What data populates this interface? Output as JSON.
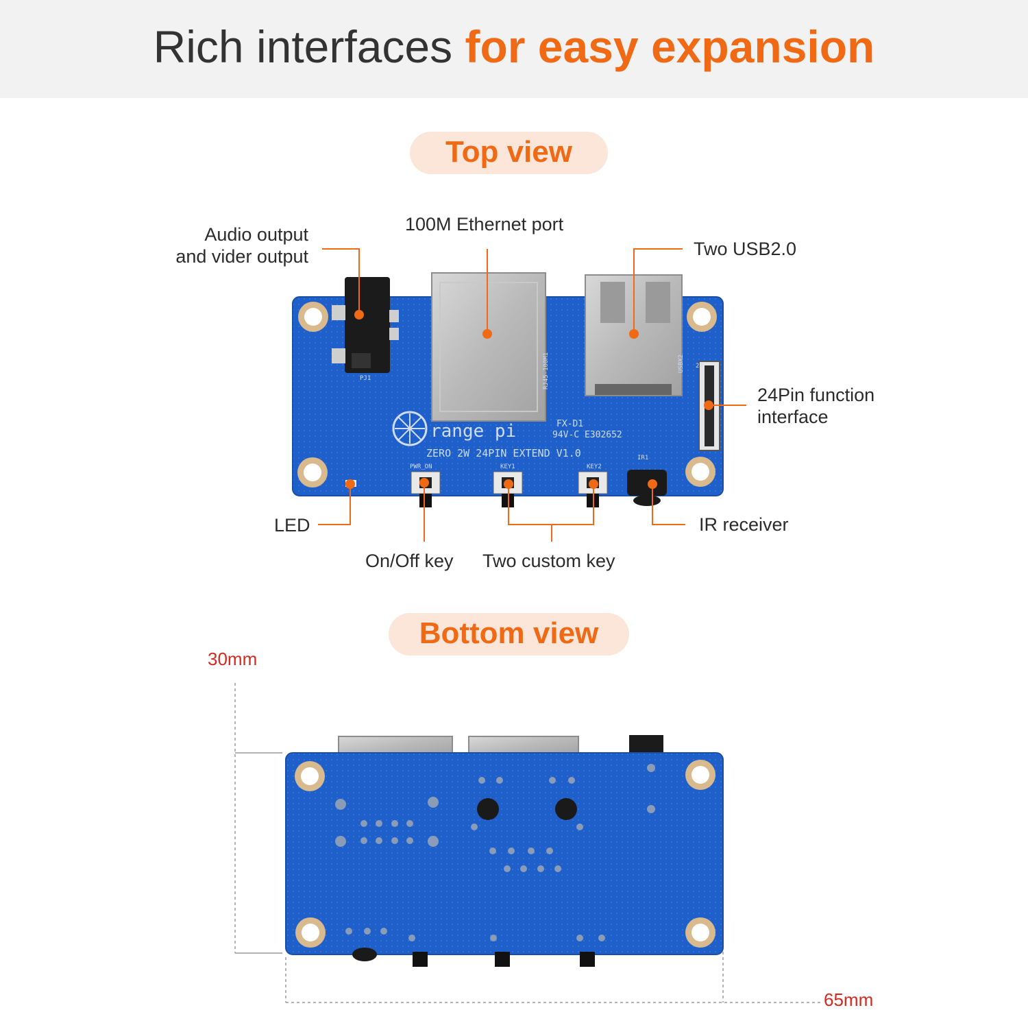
{
  "header": {
    "title_plain": "Rich interfaces",
    "title_accent": "for easy expansion"
  },
  "top_view": {
    "heading": "Top view",
    "callouts": {
      "audio_line1": "Audio output",
      "audio_line2": "and vider output",
      "ethernet": "100M Ethernet port",
      "usb": "Two USB2.0",
      "function_line1": "24Pin function",
      "function_line2": "interface",
      "led": "LED",
      "ir": "IR receiver",
      "onoff": "On/Off key",
      "custom": "Two custom key"
    },
    "board_silkscreen": {
      "brand": "range pi",
      "model": "ZERO 2W 24PIN EXTEND V1.0",
      "fx": "FX-D1",
      "cert": "94V-C E302652",
      "pwr": "PWR_ON",
      "key1": "KEY1",
      "key2": "KEY2",
      "ir1": "IR1",
      "rj45": "RJ45-100M1",
      "pj1": "PJ1",
      "usbx2": "USBX2",
      "pin24": "24"
    }
  },
  "bottom_view": {
    "heading": "Bottom view",
    "height_dim": "30mm",
    "width_dim": "65mm"
  },
  "colors": {
    "accent": "#f06a16",
    "pill_bg": "#fbe6d9",
    "board_blue": "#1f5fc9",
    "dimension_red": "#d32a1f"
  }
}
